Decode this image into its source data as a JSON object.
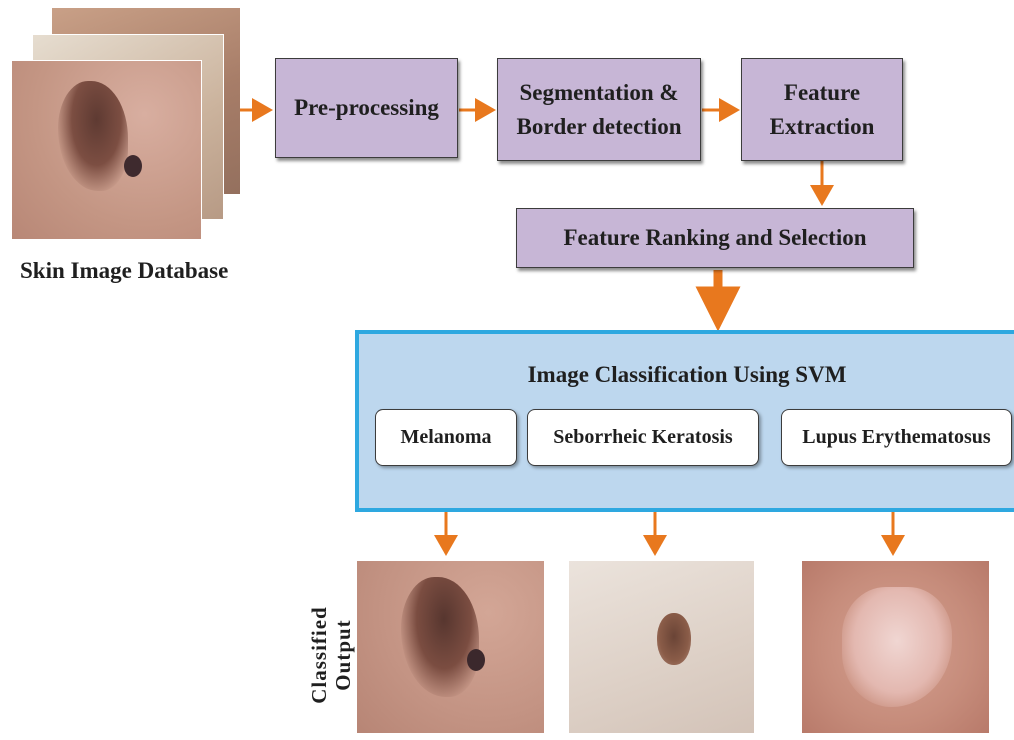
{
  "database": {
    "caption": "Skin Image Database"
  },
  "pipeline": {
    "preprocessing": "Pre-processing",
    "segmentation_line1": "Segmentation &",
    "segmentation_line2": "Border detection",
    "feature_line1": "Feature",
    "feature_line2": "Extraction",
    "ranking": "Feature Ranking and Selection"
  },
  "classifier": {
    "title": "Image Classification Using SVM",
    "classes": [
      "Melanoma",
      "Seborrheic Keratosis",
      "Lupus Erythematosus"
    ]
  },
  "output": {
    "label_line1": "Classified",
    "label_line2": "Output"
  },
  "colors": {
    "arrow": "#e8781e",
    "process_box": "#c7b6d6",
    "svm_panel": "#bdd7ee",
    "svm_border": "#2ea8e0"
  }
}
